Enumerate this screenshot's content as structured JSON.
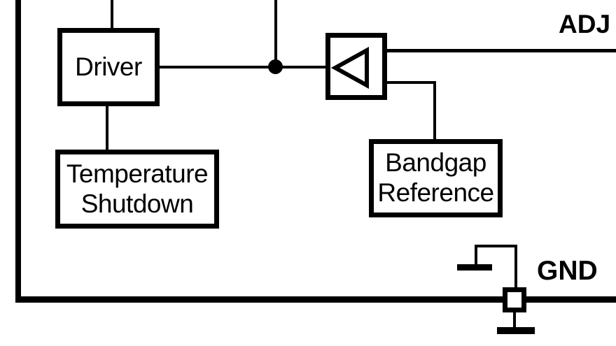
{
  "diagram": {
    "blocks": {
      "driver": {
        "label": "Driver"
      },
      "temperature_shutdown": {
        "line1": "Temperature",
        "line2": "Shutdown"
      },
      "bandgap_reference": {
        "line1": "Bandgap",
        "line2": "Reference"
      },
      "error_amplifier": {
        "icon": "buffer-triangle-left-icon"
      }
    },
    "pins": {
      "adj": {
        "name": "ADJ"
      },
      "gnd": {
        "name": "GND"
      }
    },
    "icons": {
      "ground": "ground-bar-icon",
      "junction": "wire-junction-dot"
    },
    "colors": {
      "ink": "#000000",
      "background": "#ffffff"
    }
  }
}
